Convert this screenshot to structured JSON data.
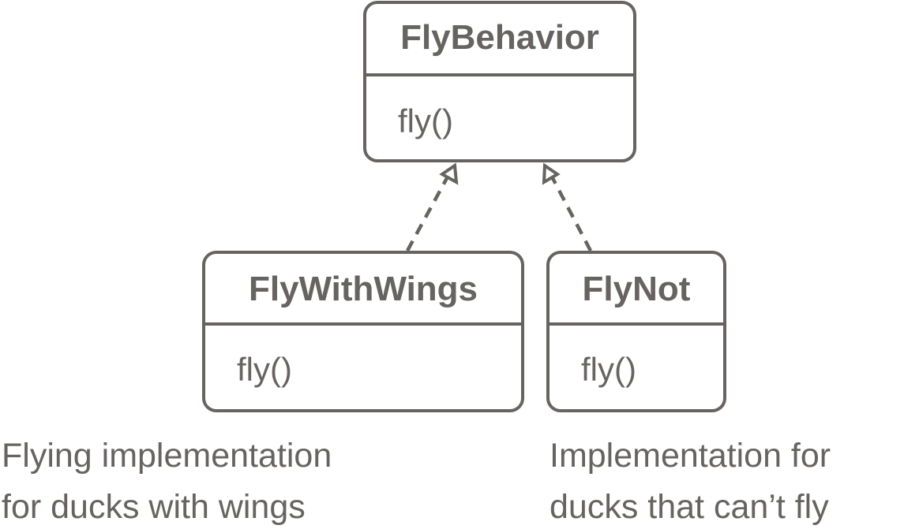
{
  "classes": [
    {
      "name": "FlyBehavior",
      "methods": [
        "fly()"
      ]
    },
    {
      "name": "FlyWithWings",
      "methods": [
        "fly()"
      ]
    },
    {
      "name": "FlyNot",
      "methods": [
        "fly()"
      ]
    }
  ],
  "relations": [
    {
      "from": "FlyWithWings",
      "to": "FlyBehavior",
      "type": "realization"
    },
    {
      "from": "FlyNot",
      "to": "FlyBehavior",
      "type": "realization"
    }
  ],
  "notes": {
    "flywithwings": [
      "Flying implementation",
      "for ducks with wings"
    ],
    "flynot": [
      "Implementation for",
      "ducks that can’t fly"
    ]
  },
  "colors": {
    "stroke": "#676360"
  }
}
